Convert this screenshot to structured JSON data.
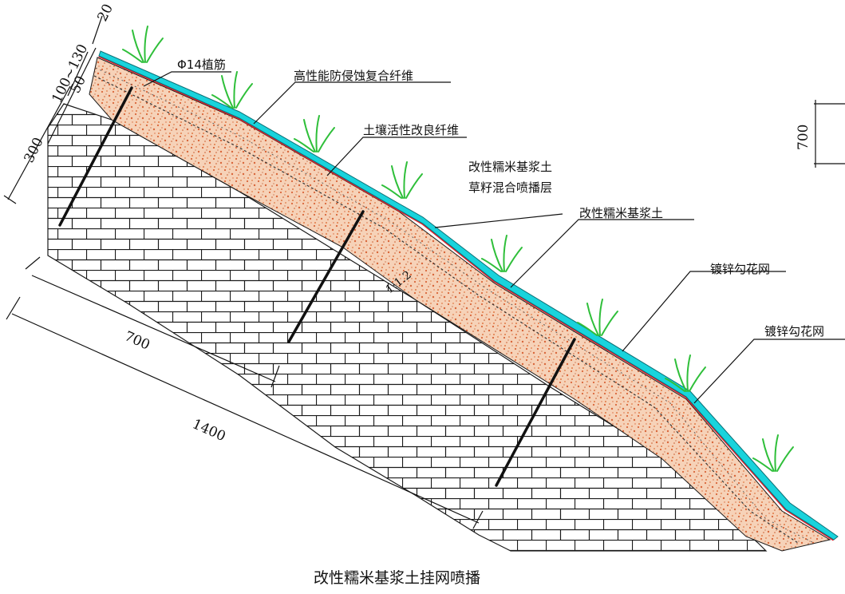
{
  "caption": "改性糯米基浆土挂网喷播",
  "labels": {
    "rebar": "Φ14植筋",
    "fiber_top": "高性能防侵蚀复合纤维",
    "soil_fiber": "土壤活性改良纤维",
    "mix_line1": "改性糯米基浆土",
    "mix_line2": "草籽混合喷播层",
    "paste": "改性糯米基浆土",
    "mesh1": "镀锌勾花网",
    "mesh2": "镀锌勾花网"
  },
  "dimensions": {
    "d20": "20",
    "d100_130": "100~130",
    "d50": "50",
    "d300": "300",
    "d700_left": "700",
    "d1400": "1400",
    "d700_right": "700",
    "slope": "1:1.2"
  },
  "colors": {
    "surface_cyan": "#19d3dc",
    "red_line": "#e8202a",
    "soil_fill": "#f6d2b8",
    "soil_speckle": "#d9663a",
    "grass": "#2fbf3a",
    "brick": "#1a1a1a"
  }
}
